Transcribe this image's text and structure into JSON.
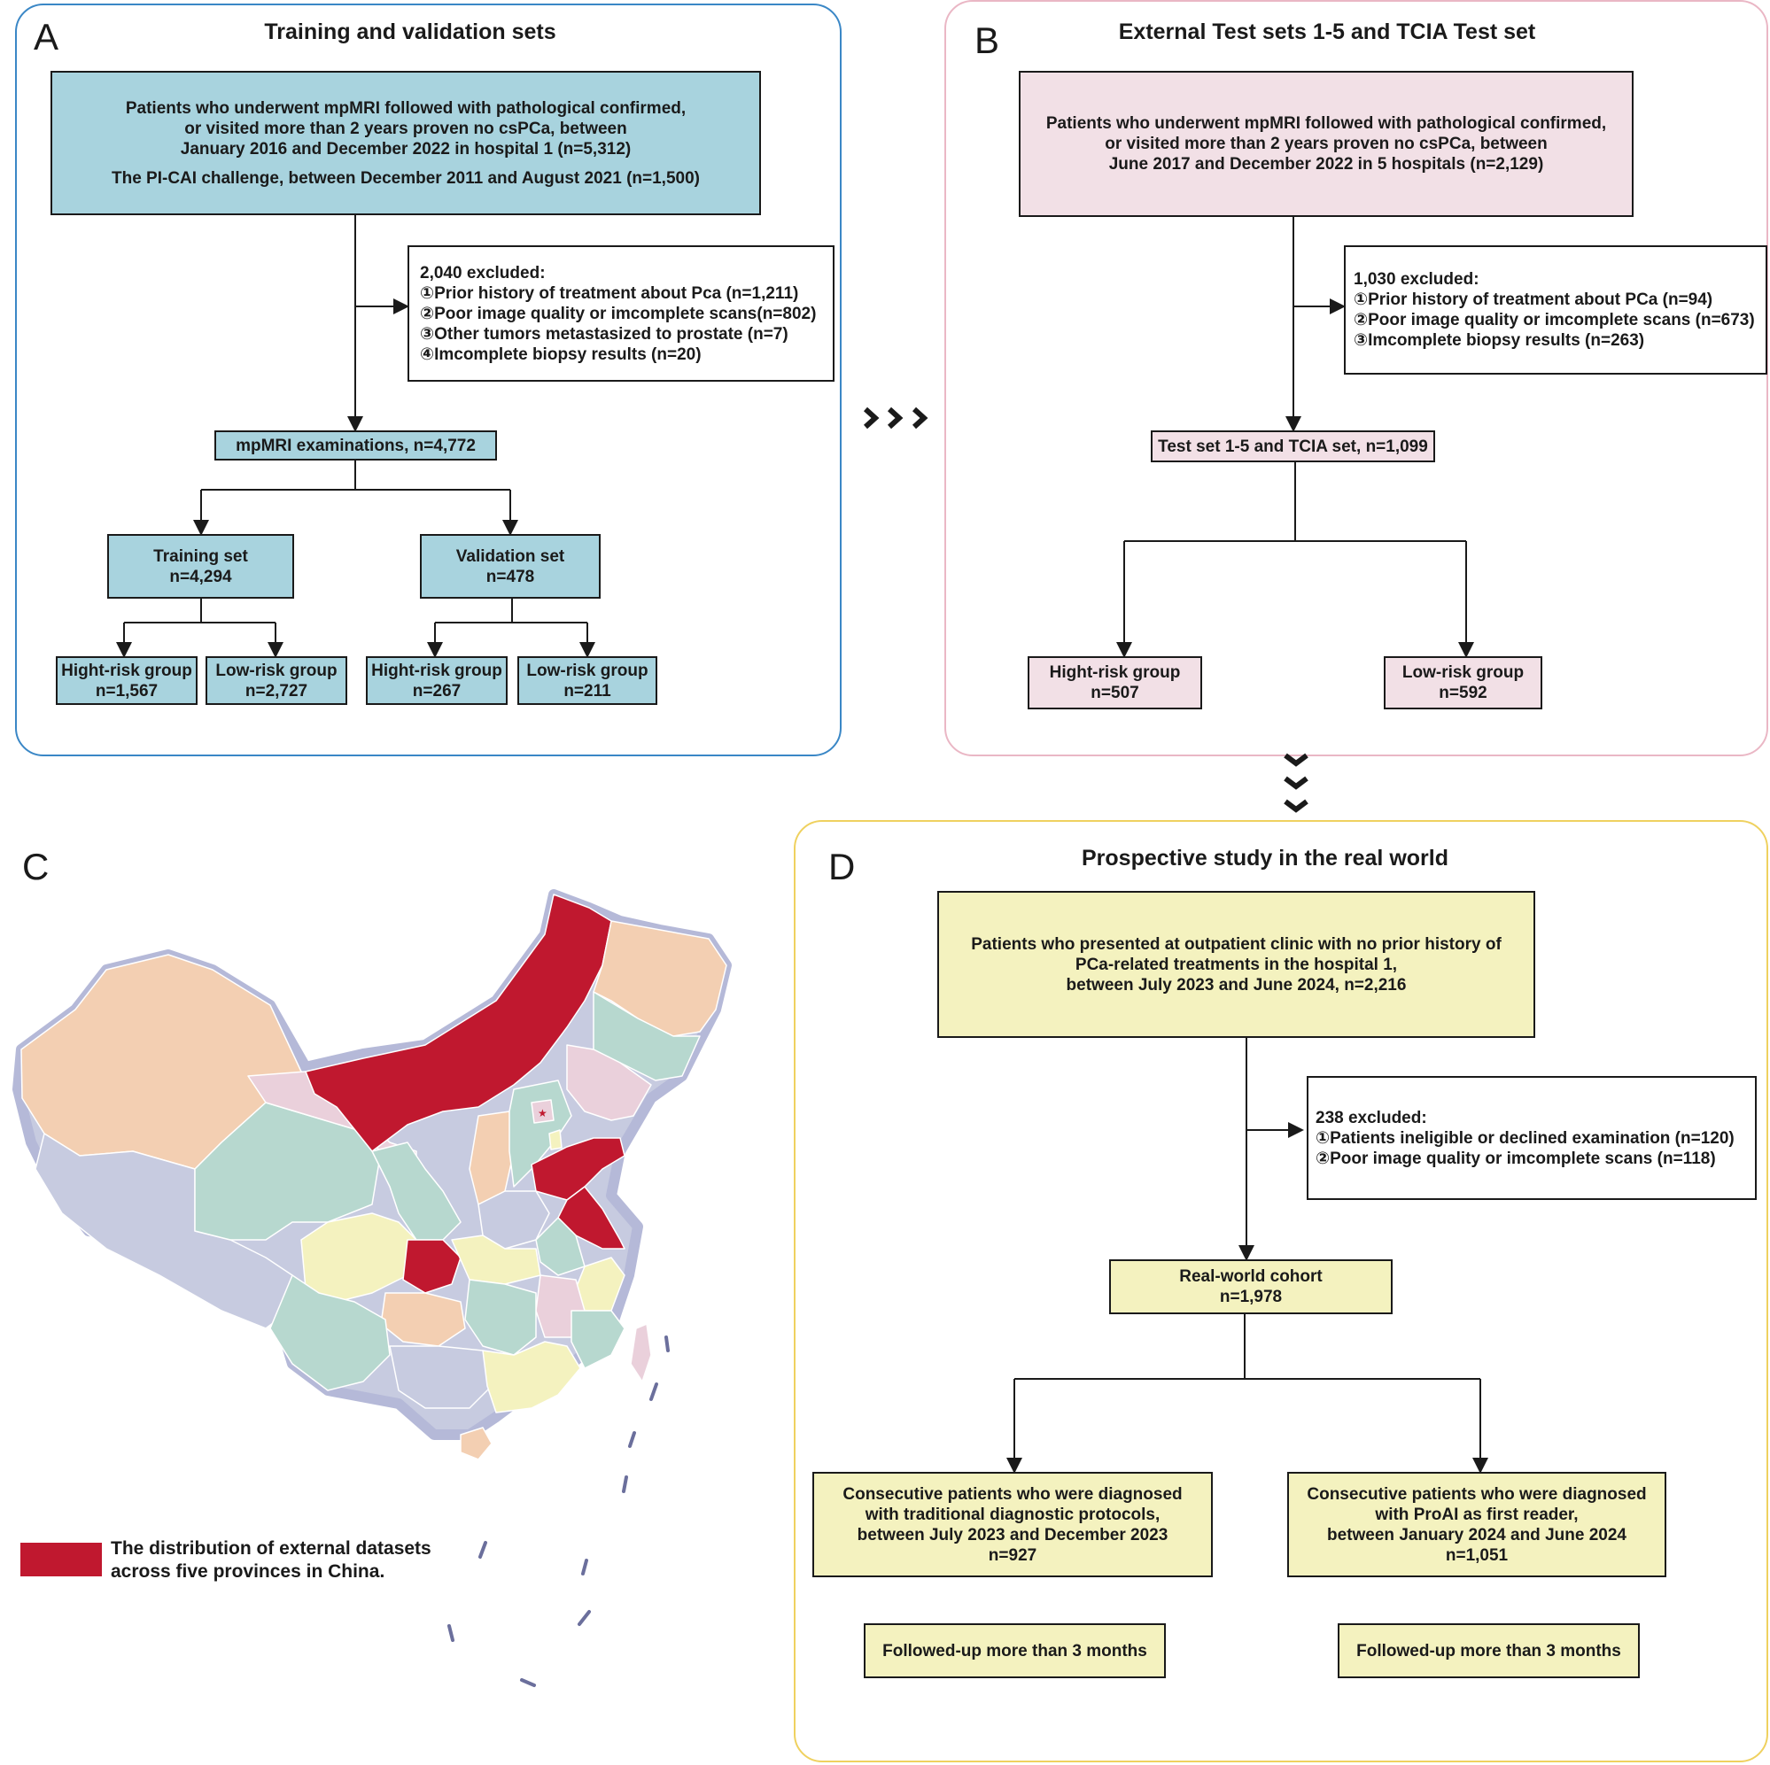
{
  "panel_a": {
    "letter": "A",
    "title": "Training and validation sets",
    "source_lines": [
      "Patients who underwent mpMRI followed with pathological confirmed,",
      "or visited more than 2 years proven no csPCa, between",
      "January 2016 and December 2022 in hospital 1 (n=5,312)"
    ],
    "source_extra": "The PI-CAI challenge, between December 2011 and August 2021 (n=1,500)",
    "excluded_lines": [
      "2,040 excluded:",
      "①Prior history of treatment about Pca (n=1,211)",
      "②Poor image quality or imcomplete scans(n=802)",
      "③Other tumors metastasized to prostate  (n=7)",
      "④Imcomplete biopsy results (n=20)"
    ],
    "mri": "mpMRI examinations, n=4,772",
    "training": [
      "Training set",
      "n=4,294"
    ],
    "validation": [
      "Validation set",
      "n=478"
    ],
    "train_high": [
      "Hight-risk group",
      "n=1,567"
    ],
    "train_low": [
      "Low-risk group",
      "n=2,727"
    ],
    "val_high": [
      "Hight-risk group",
      "n=267"
    ],
    "val_low": [
      "Low-risk group",
      "n=211"
    ]
  },
  "separator_right": "›››",
  "panel_b": {
    "letter": "B",
    "title": "External Test sets 1-5 and TCIA Test set",
    "source_lines": [
      "Patients who underwent mpMRI followed with pathological confirmed,",
      "or visited more than 2 years proven no csPCa, between",
      "June 2017 and December 2022 in 5 hospitals (n=2,129)"
    ],
    "excluded_lines": [
      "1,030 excluded:",
      "①Prior history of treatment about PCa (n=94)",
      "②Poor image quality or imcomplete scans (n=673)",
      "③Imcomplete biopsy results (n=263)"
    ],
    "test_set": "Test set 1-5 and TCIA set, n=1,099",
    "high": [
      "Hight-risk group",
      "n=507"
    ],
    "low": [
      "Low-risk group",
      "n=592"
    ]
  },
  "panel_c": {
    "letter": "C",
    "legend_lines": [
      "The distribution of external datasets",
      "across five provinces in China."
    ],
    "highlight_color": "#c0182f"
  },
  "panel_d": {
    "letter": "D",
    "title": "Prospective study in the real world",
    "source_lines": [
      "Patients who presented at outpatient clinic with no prior history of",
      "PCa-related treatments  in the hospital 1,",
      "between July 2023 and June 2024, n=2,216"
    ],
    "excluded_lines": [
      "238 excluded:",
      "①Patients ineligible or declined examination (n=120)",
      "②Poor image quality or imcomplete scans (n=118)"
    ],
    "cohort": [
      "Real-world cohort",
      "n=1,978"
    ],
    "traditional": [
      "Consecutive patients who were diagnosed",
      "with traditional diagnostic protocols,",
      "between July 2023 and December 2023",
      "n=927"
    ],
    "proai": [
      "Consecutive patients who were diagnosed",
      "with ProAI as first reader,",
      "between January 2024 and June 2024",
      "n=1,051"
    ],
    "follow_left": "Followed-up more than 3 months",
    "follow_right": "Followed-up more than 3 months"
  },
  "colors": {
    "panel_a_border": "#3a87c6",
    "panel_b_border": "#eab7c5",
    "panel_d_border": "#efd15f",
    "box_blue": "#a8d3de",
    "box_pink": "#f2e0e6",
    "box_yellow": "#f4f2bf"
  }
}
